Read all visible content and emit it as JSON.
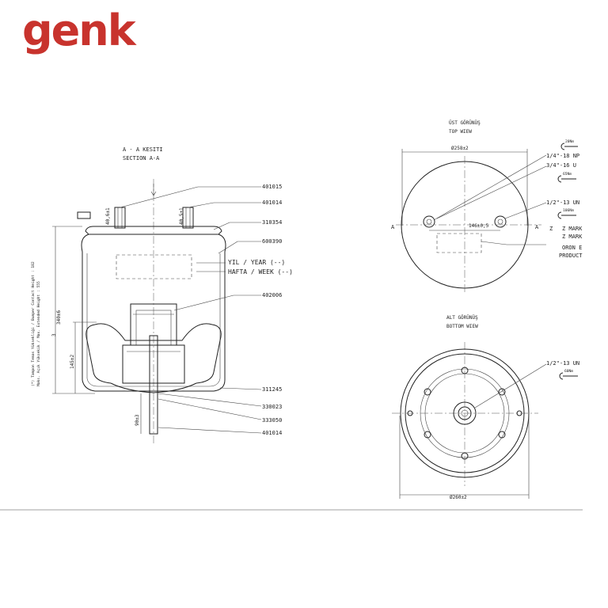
{
  "brand": {
    "logo_text": "genk",
    "logo_color": "#c8332d"
  },
  "section_view": {
    "title_tr": "A - A KESITI",
    "title_en": "SECTION A-A",
    "part_numbers": [
      "401015",
      "401014",
      "310354",
      "600390",
      "402006",
      "311245",
      "330023",
      "333050",
      "401014"
    ],
    "year_label": "YIL / YEAR (--)",
    "week_label": "HAFTA / WEEK (--)",
    "dims": {
      "height_total": "340±6",
      "bumper": "145±2",
      "stud_length": "90±3",
      "stud_left": "40,6±1",
      "stud_right": "40,5±1"
    },
    "note_line1": "(*) Tampon Temas Yüksekliği / Bumper Contact Height : 182",
    "note_line2": "Maks. Açık Yüksekik / Max. Extended Height : 555",
    "section_marker": "3"
  },
  "top_view": {
    "title_tr": "ÜST GÖRÜNÜŞ",
    "title_en": "TOP WIEW",
    "diameter": "Ø258±2",
    "spacing": "146±0,5",
    "thread1": "1/4\"-18 NP",
    "thread2": "3/4\"-16 U",
    "thread3": "1/2\"-13 UN",
    "torque1": "20Nm",
    "torque2": "65Nm",
    "torque3": "106Nm",
    "marking1": "Z MARK",
    "marking2": "Z MARK",
    "origin1": "ORON E",
    "origin2": "PRODUCT",
    "section_a_left": "A",
    "section_a_right": "A",
    "z_label": "Z"
  },
  "bottom_view": {
    "title_tr": "ALT GÖRÜNÜŞ",
    "title_en": "BOTTOM WIEW",
    "diameter": "Ø260±2",
    "thread": "1/2\"-13 UN",
    "torque": "60Nm"
  }
}
